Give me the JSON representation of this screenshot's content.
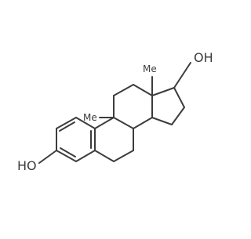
{
  "molecule": {
    "labels": {
      "oh_left": "HO",
      "oh_right": "OH",
      "methyl_c10": "Me",
      "methyl_c13": "Me"
    },
    "colors": {
      "bond": "#3c3c3c",
      "text": "#3c3c3c",
      "background": "#ffffff"
    }
  }
}
